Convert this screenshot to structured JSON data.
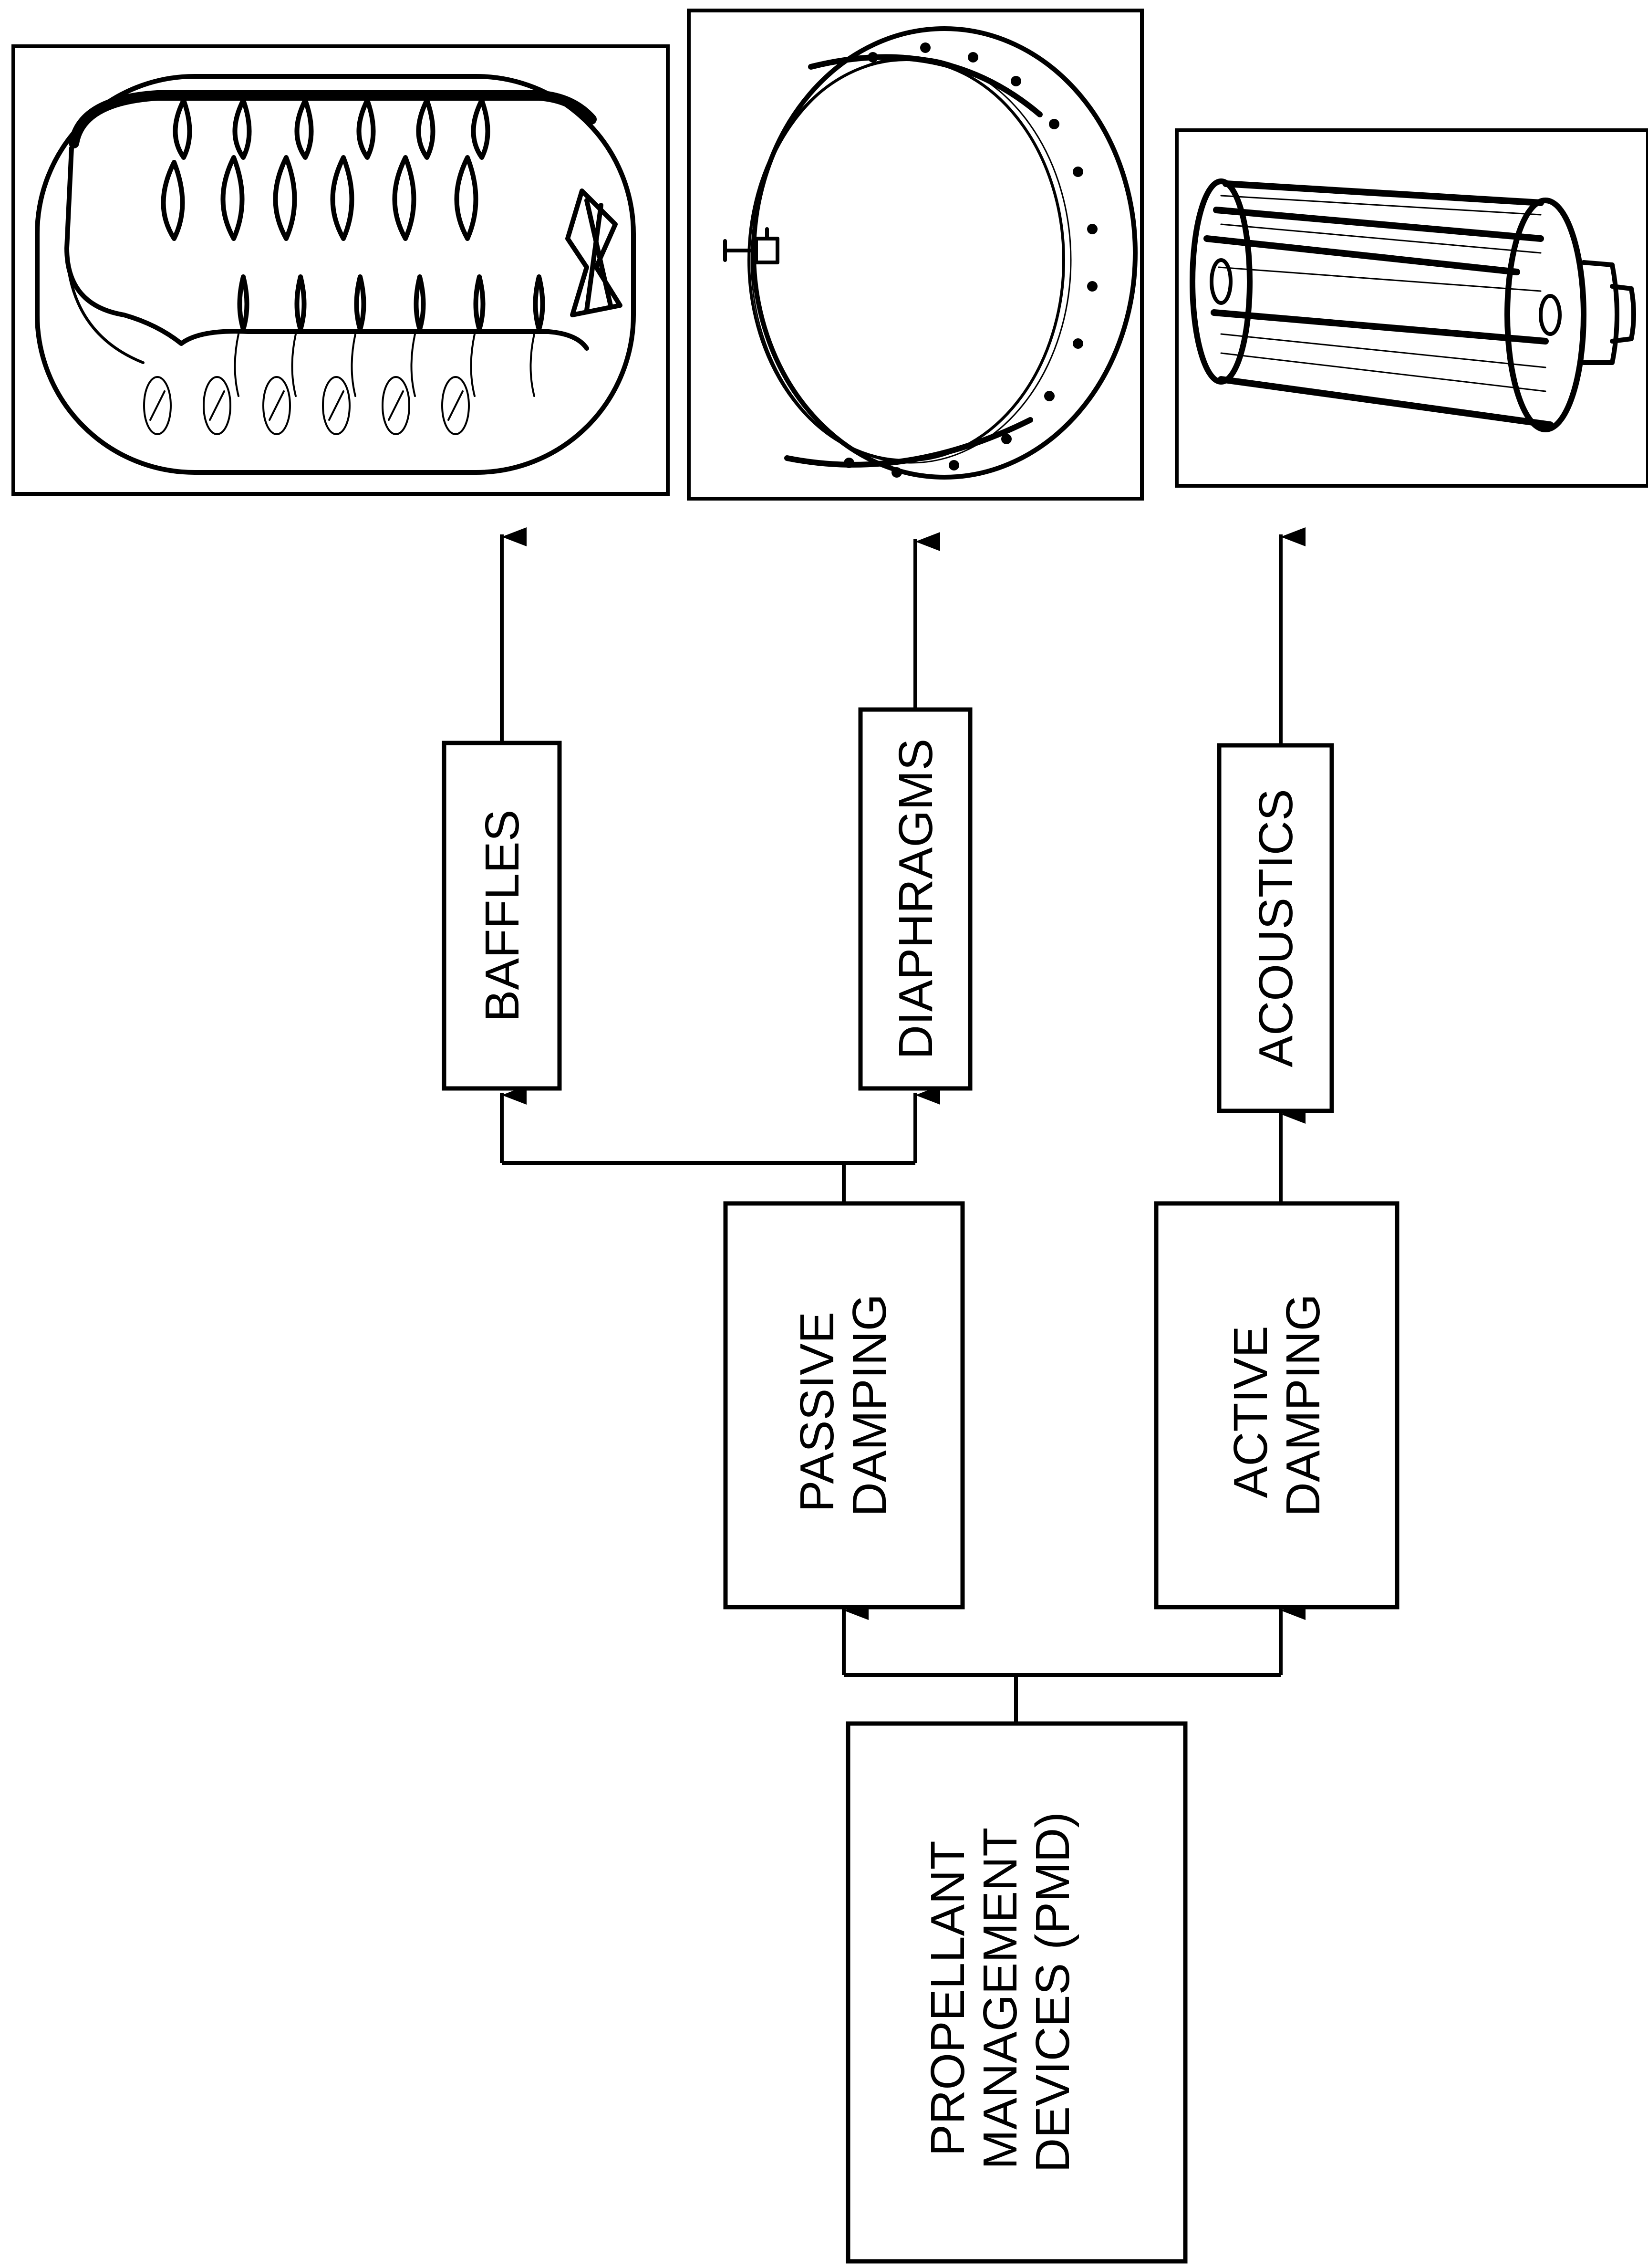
{
  "diagram": {
    "nodes": {
      "pmd": {
        "lines": [
          "PROPELLANT",
          "MANAGEMENT",
          "DEVICES (PMD)"
        ]
      },
      "passive": {
        "lines": [
          "PASSIVE",
          "DAMPING"
        ]
      },
      "active": {
        "lines": [
          "ACTIVE",
          "DAMPING"
        ]
      },
      "baffles": {
        "lines": [
          "BAFFLES"
        ]
      },
      "diaphragms": {
        "lines": [
          "DIAPHRAGMS"
        ]
      },
      "acoustics": {
        "lines": [
          "ACOUSTICS"
        ]
      }
    },
    "edges": [
      {
        "from": "pmd",
        "to": "passive"
      },
      {
        "from": "pmd",
        "to": "active"
      },
      {
        "from": "passive",
        "to": "baffles"
      },
      {
        "from": "passive",
        "to": "diaphragms"
      },
      {
        "from": "active",
        "to": "acoustics"
      },
      {
        "from": "baffles",
        "to": "baffle-tank-illustration"
      },
      {
        "from": "diaphragms",
        "to": "diaphragm-tank-illustration"
      },
      {
        "from": "acoustics",
        "to": "acoustic-device-illustration"
      }
    ],
    "illustrations": [
      {
        "id": "baffle-tank-illustration",
        "depicts": "tank with internal baffles"
      },
      {
        "id": "diaphragm-tank-illustration",
        "depicts": "tank with diaphragm"
      },
      {
        "id": "acoustic-device-illustration",
        "depicts": "acoustic damping device"
      }
    ],
    "colors": {
      "line": "#000000",
      "background": "#ffffff"
    }
  }
}
